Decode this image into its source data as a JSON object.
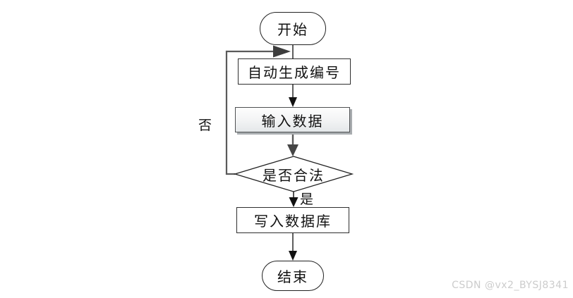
{
  "flowchart": {
    "nodes": [
      {
        "id": "start",
        "type": "terminator",
        "label": "开始"
      },
      {
        "id": "auto_number",
        "type": "process",
        "label": "自动生成编号"
      },
      {
        "id": "input_data",
        "type": "process",
        "label": "输入数据"
      },
      {
        "id": "is_valid",
        "type": "decision",
        "label": "是否合法"
      },
      {
        "id": "write_db",
        "type": "process",
        "label": "写入数据库"
      },
      {
        "id": "end",
        "type": "terminator",
        "label": "结束"
      }
    ],
    "edges": [
      {
        "from": "start",
        "to": "auto_number",
        "label": ""
      },
      {
        "from": "auto_number",
        "to": "input_data",
        "label": ""
      },
      {
        "from": "input_data",
        "to": "is_valid",
        "label": ""
      },
      {
        "from": "is_valid",
        "to": "write_db",
        "label": "是"
      },
      {
        "from": "is_valid",
        "to": "auto_number",
        "label": "否"
      },
      {
        "from": "write_db",
        "to": "end",
        "label": ""
      }
    ],
    "colors": {
      "line_black": "#111111",
      "line_gray": "#5a5a5a",
      "arrowhead_gray": "#454545",
      "node_border": "#222222",
      "shadow_gray": "#a9adb0"
    }
  },
  "watermark": {
    "text": "CSDN @vx2_BYSJ8341",
    "color": "#cccccc"
  }
}
